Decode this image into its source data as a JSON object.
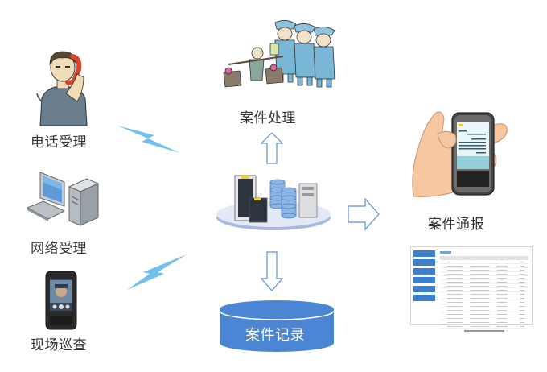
{
  "sources": [
    {
      "id": "phone",
      "label": "电话受理",
      "icon": "person-on-phone-icon"
    },
    {
      "id": "network",
      "label": "网络受理",
      "icon": "desktop-computer-icon"
    },
    {
      "id": "patrol",
      "label": "现场巡查",
      "icon": "police-handheld-terminal-icon"
    }
  ],
  "center": {
    "icon": "server-cluster-icon"
  },
  "outputs": {
    "handling": {
      "label": "案件处理",
      "icon": "police-officers-cartoon-icon"
    },
    "notify": {
      "label": "案件通报",
      "icon": "hand-holding-phone-icon"
    },
    "record": {
      "label": "案件记录",
      "icon": "database-cylinder-icon"
    },
    "list": {
      "icon": "case-list-screenshot-icon"
    }
  },
  "colors": {
    "arrow_stroke": "#5b8fd6",
    "lightning": "#6fc0ec",
    "record_fill": "#4a86d4",
    "label_text": "#333333"
  }
}
